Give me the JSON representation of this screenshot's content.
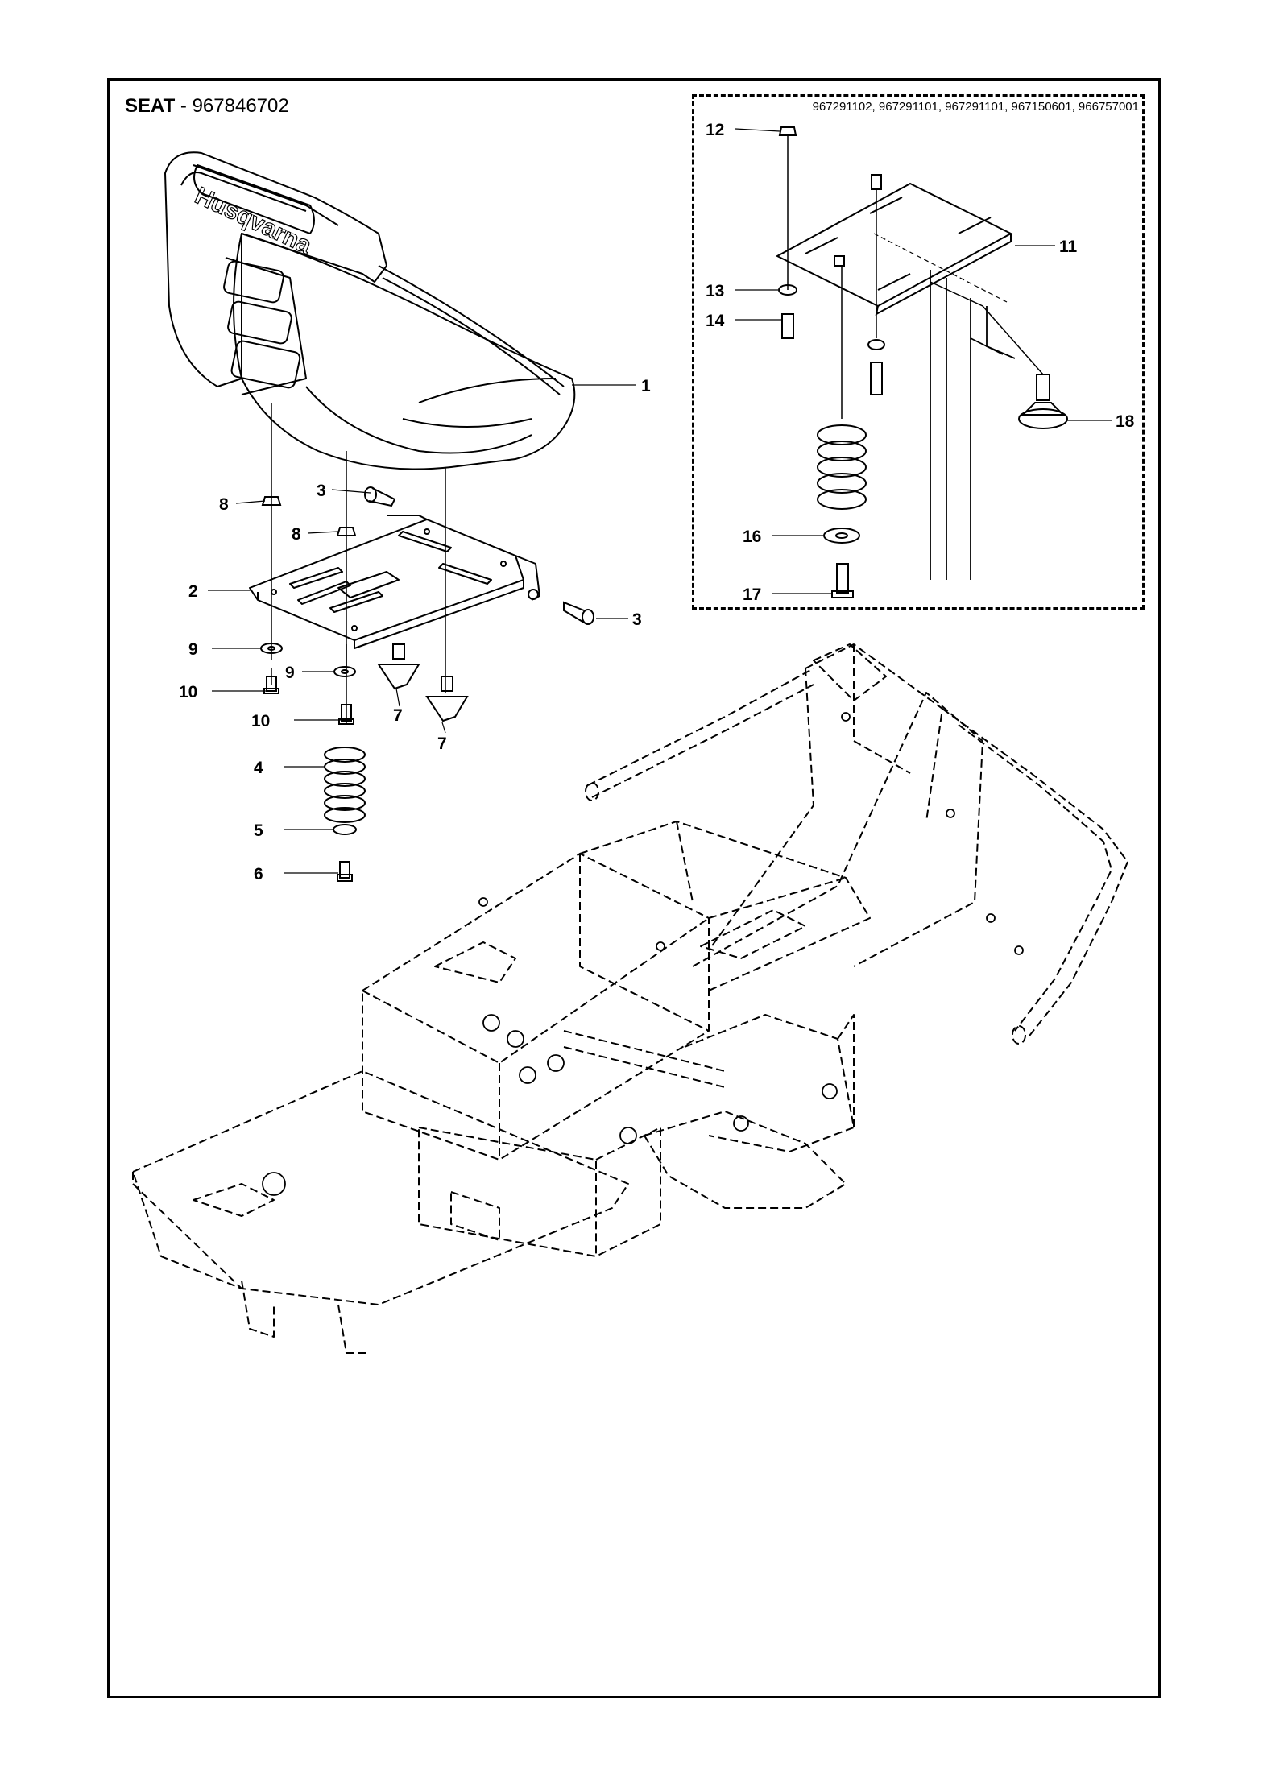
{
  "title": {
    "name": "SEAT",
    "separator": "-",
    "part_number": "967846702"
  },
  "inset": {
    "codes": "967291102, 967291101, 967291101, 967150601, 966757001"
  },
  "logo": {
    "text": "Husqvarna"
  },
  "callouts": {
    "c1": "1",
    "c2": "2",
    "c3a": "3",
    "c3b": "3",
    "c4": "4",
    "c5": "5",
    "c6": "6",
    "c7a": "7",
    "c7b": "7",
    "c8a": "8",
    "c8b": "8",
    "c9a": "9",
    "c9b": "9",
    "c10a": "10",
    "c10b": "10",
    "c11": "11",
    "c12": "12",
    "c13": "13",
    "c14": "14",
    "c16": "16",
    "c17": "17",
    "c18": "18"
  },
  "icons": [
    "seat-icon",
    "seat-plate-icon",
    "spring-icon",
    "bolt-icon",
    "washer-icon",
    "nut-icon",
    "knob-icon",
    "frame-chassis-icon"
  ]
}
